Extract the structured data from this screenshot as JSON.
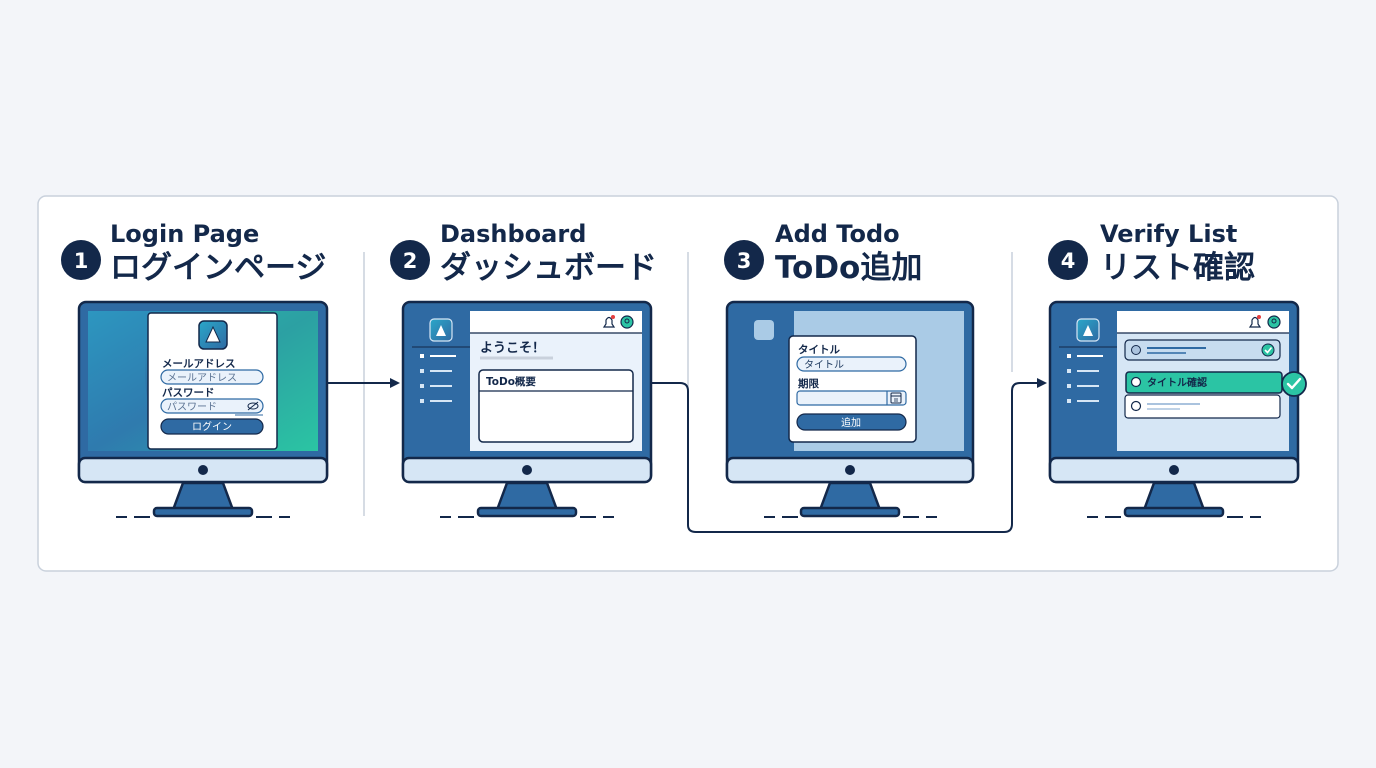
{
  "steps": [
    {
      "number": "1",
      "title_en": "Login Page",
      "title_ja": "ログインページ"
    },
    {
      "number": "2",
      "title_en": "Dashboard",
      "title_ja": "ダッシュボード"
    },
    {
      "number": "3",
      "title_en": "Add Todo",
      "title_ja": "ToDo追加"
    },
    {
      "number": "4",
      "title_en": "Verify List",
      "title_ja": "リスト確認"
    }
  ],
  "login": {
    "email_label": "メールアドレス",
    "email_placeholder": "メールアドレス",
    "password_label": "パスワード",
    "password_placeholder": "パスワード",
    "login_button": "ログイン"
  },
  "dashboard": {
    "welcome": "ようこそ！",
    "panel_title": "ToDo概要"
  },
  "add_todo": {
    "title_label": "タイトル",
    "title_value": "タイトル",
    "due_label": "期限",
    "add_button": "追加"
  },
  "verify": {
    "new_item": "タイトル確認"
  },
  "colors": {
    "navy": "#13284a",
    "monitor_blue": "#2f6aa3",
    "accent_teal": "#2bc4a4",
    "light_blue": "#d6e6f5"
  }
}
